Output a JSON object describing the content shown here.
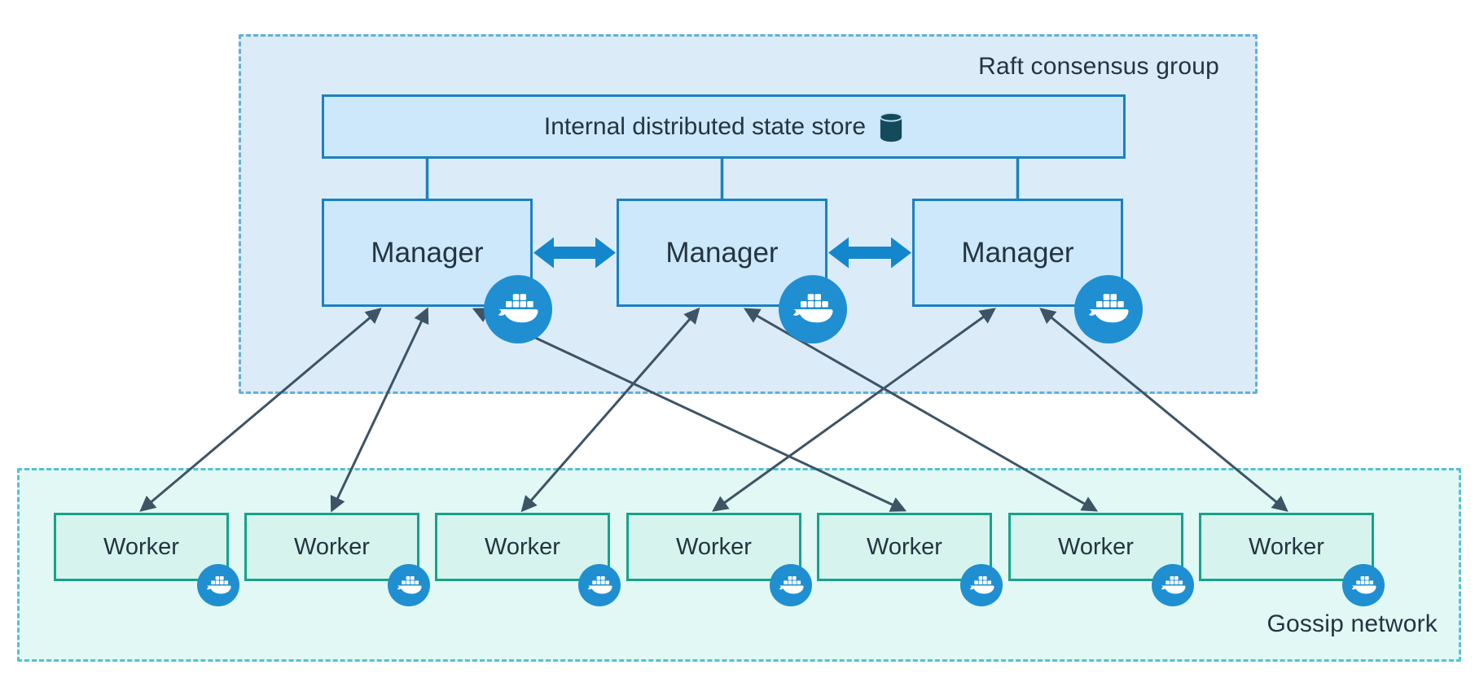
{
  "raft_group": {
    "label": "Raft consensus group",
    "state_store": {
      "label": "Internal distributed state store",
      "icon": "database-icon"
    },
    "managers": [
      {
        "label": "Manager",
        "icon": "docker-icon"
      },
      {
        "label": "Manager",
        "icon": "docker-icon"
      },
      {
        "label": "Manager",
        "icon": "docker-icon"
      }
    ]
  },
  "gossip_network": {
    "label": "Gossip network",
    "workers": [
      {
        "label": "Worker",
        "icon": "docker-icon"
      },
      {
        "label": "Worker",
        "icon": "docker-icon"
      },
      {
        "label": "Worker",
        "icon": "docker-icon"
      },
      {
        "label": "Worker",
        "icon": "docker-icon"
      },
      {
        "label": "Worker",
        "icon": "docker-icon"
      },
      {
        "label": "Worker",
        "icon": "docker-icon"
      },
      {
        "label": "Worker",
        "icon": "docker-icon"
      }
    ]
  },
  "connections": {
    "store_to_managers": [
      0,
      1,
      2
    ],
    "manager_peers": [
      [
        0,
        1
      ],
      [
        1,
        2
      ]
    ],
    "manager_to_workers": [
      {
        "manager": 0,
        "worker": 0
      },
      {
        "manager": 0,
        "worker": 1
      },
      {
        "manager": 1,
        "worker": 2
      },
      {
        "manager": 2,
        "worker": 3
      },
      {
        "manager": 0,
        "worker": 4
      },
      {
        "manager": 1,
        "worker": 5
      },
      {
        "manager": 2,
        "worker": 6
      }
    ]
  },
  "colors": {
    "docker_blue": "#1f8fd2",
    "manager_border": "#1b80c4",
    "manager_fill": "#cde8fa",
    "raft_fill": "#dbecf8",
    "raft_border": "#63aeda",
    "worker_border": "#14a38b",
    "worker_fill": "#d6f4ed",
    "gossip_fill": "#e2f8f4",
    "gossip_border": "#52c2d3",
    "peer_arrow": "#1487cc",
    "worker_arrow": "#3d5466",
    "text": "#243442",
    "database_icon": "#134b5c"
  }
}
